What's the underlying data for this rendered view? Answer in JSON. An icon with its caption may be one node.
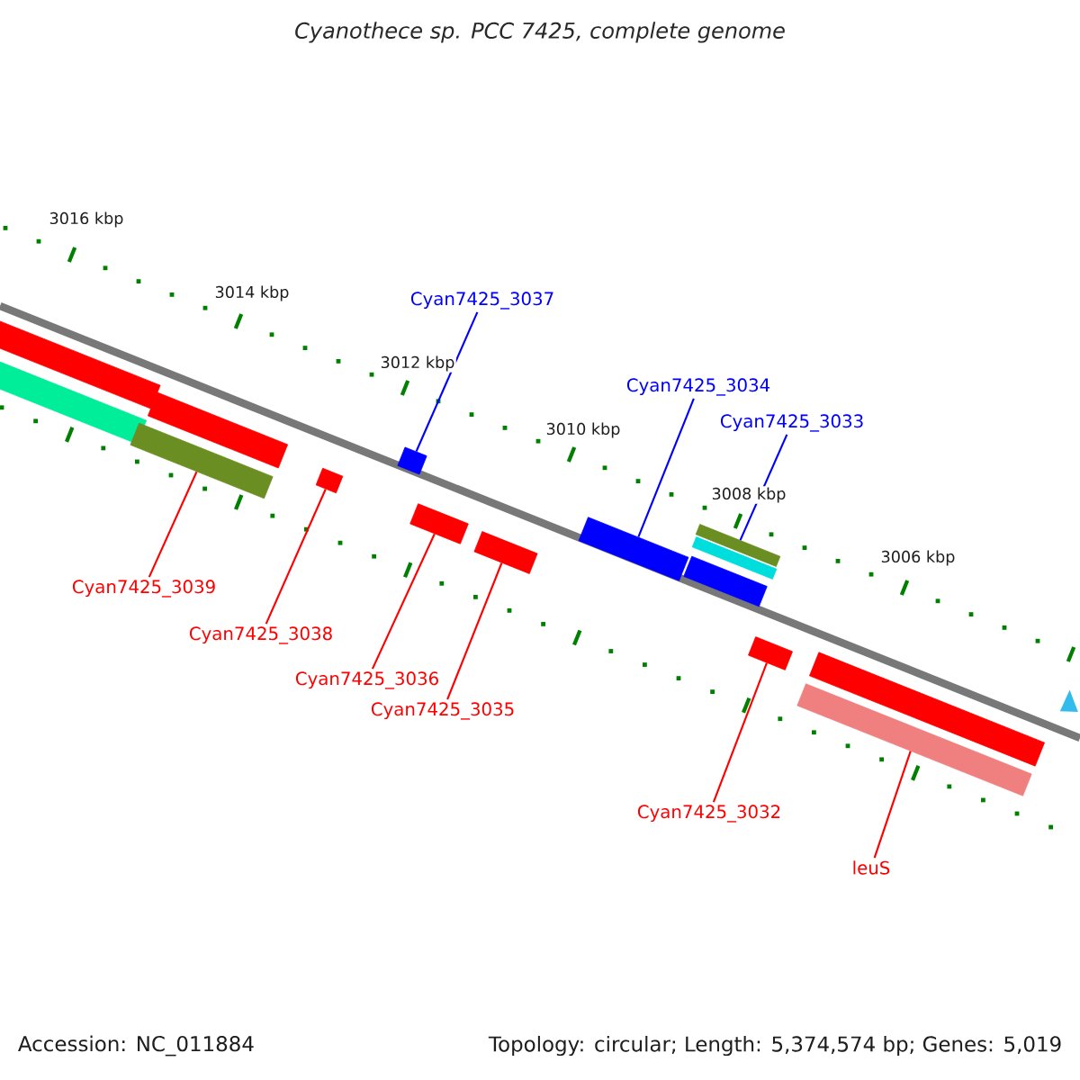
{
  "diagram": {
    "title": "Cyanothece sp. PCC 7425, complete genome",
    "nodes": [
      {
        "text": [
          "Cyan7425_3037"
        ]
      },
      {
        "text": [
          "Cyan7425_3034"
        ]
      },
      {
        "text": [
          "Cyan7425_3033"
        ]
      },
      {
        "text": [
          "Cyan7425_3039"
        ]
      },
      {
        "text": [
          "Cyan7425_3038"
        ]
      },
      {
        "text": [
          "Cyan7425_3036"
        ]
      },
      {
        "text": [
          "Cyan7425_3035"
        ]
      },
      {
        "text": [
          "Cyan7425_3032"
        ]
      },
      {
        "text": [
          "leuS"
        ]
      },
      {
        "text": [],
        "shape": "bar"
      },
      {
        "text": [],
        "shape": "bar"
      },
      {
        "text": [],
        "shape": "bar"
      },
      {
        "text": [],
        "shape": "bar"
      },
      {
        "text": [],
        "shape": "bar"
      },
      {
        "text": [],
        "shape": "bar"
      },
      {
        "text": [],
        "shape": "bar"
      },
      {
        "text": [],
        "shape": "bar"
      },
      {
        "text": [],
        "shape": "bar"
      },
      {
        "text": [],
        "shape": "bar"
      },
      {
        "text": [],
        "shape": "bar"
      },
      {
        "text": [],
        "shape": "bar"
      },
      {
        "text": [],
        "shape": "bar"
      },
      {
        "text": [],
        "shape": "bar"
      },
      {
        "text": [],
        "shape": "bar"
      },
      {
        "text": [],
        "shape": "triangle"
      }
    ],
    "edges": [
      {
        "from": 0,
        "to": 14,
        "arrow": "none",
        "color": "#0000ff"
      },
      {
        "from": 1,
        "to": 17,
        "arrow": "none",
        "color": "#0000ff"
      },
      {
        "from": 2,
        "to": 19,
        "arrow": "none",
        "color": "#0000ff"
      },
      {
        "from": 3,
        "to": 11,
        "arrow": "none"
      },
      {
        "from": 4,
        "to": 13,
        "arrow": "none"
      },
      {
        "from": 5,
        "to": 15,
        "arrow": "none"
      },
      {
        "from": 6,
        "to": 16,
        "arrow": "none"
      },
      {
        "from": 7,
        "to": 21,
        "arrow": "none"
      },
      {
        "from": 8,
        "to": 22,
        "arrow": "none"
      }
    ],
    "labels": [
      "3016 kbp",
      "3014 kbp",
      "3012 kbp",
      "3010 kbp",
      "3008 kbp",
      "3006 kbp",
      "Accession: NC_011884",
      "Topology: circular; Length: 5,374,574 bp; Genes: 5,019"
    ]
  }
}
